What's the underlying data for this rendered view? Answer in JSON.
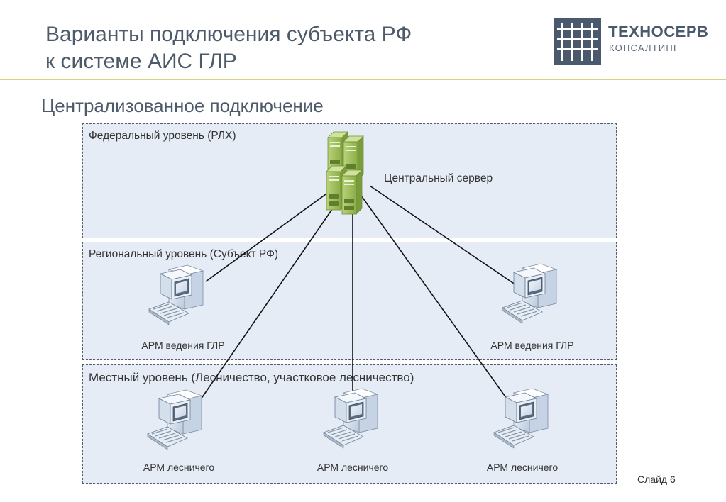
{
  "title": {
    "line1": "Варианты подключения субъекта РФ",
    "line2": "к системе АИС ГЛР"
  },
  "subtitle": "Централизованное подключение",
  "logo": {
    "name": "ТЕХНОСЕРВ",
    "sub": "КОНСАЛТИНГ",
    "color": "#4a5a6c"
  },
  "levels": {
    "federal": "Федеральный уровень (РЛХ)",
    "regional": "Региональный уровень (Субъект РФ)",
    "local": "Местный уровень (Лесничество, участковое лесничество)"
  },
  "server": {
    "label": "Центральный сервер",
    "icon": "server-rack-icon"
  },
  "nodes": {
    "regional_left": "АРМ ведения ГЛР",
    "regional_right": "АРМ ведения ГЛР",
    "local_left": "АРМ лесничего",
    "local_center": "АРМ лесничего",
    "local_right": "АРМ лесничего"
  },
  "slide": "Слайд 6",
  "colors": {
    "band": "#e5ecf6",
    "server": "#9bbb59",
    "computer": "#8fa9c8"
  }
}
